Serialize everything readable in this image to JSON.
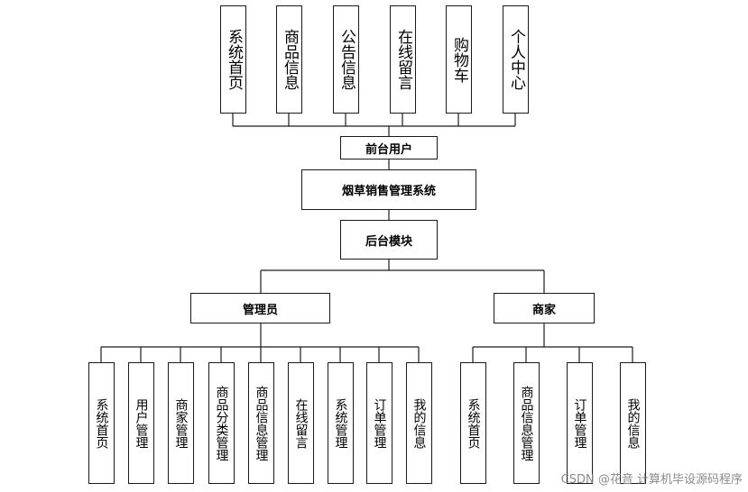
{
  "frontend_modules": [
    "系统首页",
    "商品信息",
    "公告信息",
    "在线留言",
    "购物车",
    "个人中心"
  ],
  "frontend_user": "前台用户",
  "system_name": "烟草销售管理系统",
  "backend": "后台模块",
  "admin": {
    "title": "管理员",
    "modules": [
      "系统首页",
      "用户管理",
      "商家管理",
      "商品分类管理",
      "商品信息管理",
      "在线留言",
      "系统管理",
      "订单管理",
      "我的信息"
    ]
  },
  "merchant": {
    "title": "商家",
    "modules": [
      "系统首页",
      "商品信息管理",
      "订单管理",
      "我的信息"
    ]
  },
  "watermark": "CSDN @花音 计算机毕设源码程序"
}
